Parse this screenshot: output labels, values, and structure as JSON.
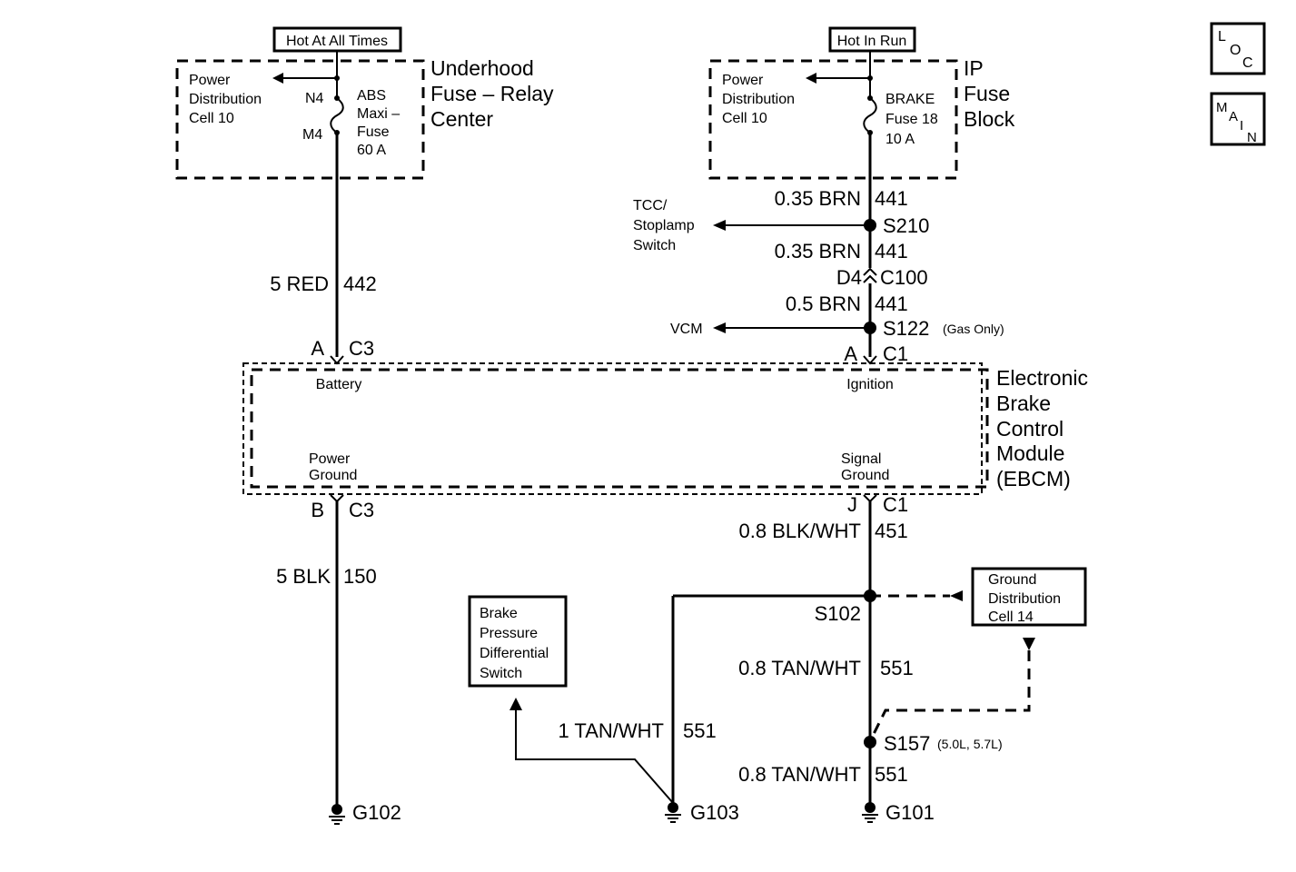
{
  "labels": {
    "hot_at_all_times": "Hot At All Times",
    "hot_in_run": "Hot In Run",
    "loc_icon": "LOC",
    "main_icon": "MAIN",
    "underhood_title": [
      "Underhood",
      "Fuse – Relay",
      "Center"
    ],
    "ip_title": [
      "IP",
      "Fuse",
      "Block"
    ],
    "pdc_left": [
      "Power",
      "Distribution",
      "Cell 10"
    ],
    "pdc_right": [
      "Power",
      "Distribution",
      "Cell 10"
    ],
    "abs_fuse": [
      "ABS",
      "Maxi –",
      "Fuse",
      "60 A"
    ],
    "brake_fuse": [
      "BRAKE",
      "Fuse 18",
      "10 A"
    ],
    "n4": "N4",
    "m4": "M4",
    "tcc": [
      "TCC/",
      "Stoplamp",
      "Switch"
    ],
    "vcm": "VCM",
    "wire_035_brn_a": "0.35 BRN",
    "c441_a": "441",
    "s210": "S210",
    "wire_035_brn_b": "0.35 BRN",
    "c441_b": "441",
    "d4": "D4",
    "c100": "C100",
    "wire_05_brn": "0.5 BRN",
    "c441_c": "441",
    "s122": "S122",
    "gas_only": "(Gas Only)",
    "wire_5_red": "5 RED",
    "c442": "442",
    "pin_a_left": "A",
    "c3_top": "C3",
    "pin_a_right": "A",
    "c1_top": "C1",
    "battery": "Battery",
    "ignition": "Ignition",
    "power_ground": [
      "Power",
      "Ground"
    ],
    "signal_ground": [
      "Signal",
      "Ground"
    ],
    "ebcm_title": [
      "Electronic",
      "Brake",
      "Control",
      "Module",
      "(EBCM)"
    ],
    "pin_b": "B",
    "c3_bottom": "C3",
    "pin_j": "J",
    "c1_bottom": "C1",
    "wire_08_blkwht": "0.8 BLK/WHT",
    "c451": "451",
    "wire_5_blk": "5 BLK",
    "c150": "150",
    "ground_dist": [
      "Ground",
      "Distribution",
      "Cell 14"
    ],
    "brake_pressure": [
      "Brake",
      "Pressure",
      "Differential",
      "Switch"
    ],
    "s102": "S102",
    "wire_08_tanwht_a": "0.8 TAN/WHT",
    "c551_a": "551",
    "wire_1_tanwht": "1 TAN/WHT",
    "c551_b": "551",
    "s157": "S157",
    "s157_note": "(5.0L, 5.7L)",
    "wire_08_tanwht_b": "0.8 TAN/WHT",
    "c551_c": "551",
    "g102": "G102",
    "g103": "G103",
    "g101": "G101"
  }
}
